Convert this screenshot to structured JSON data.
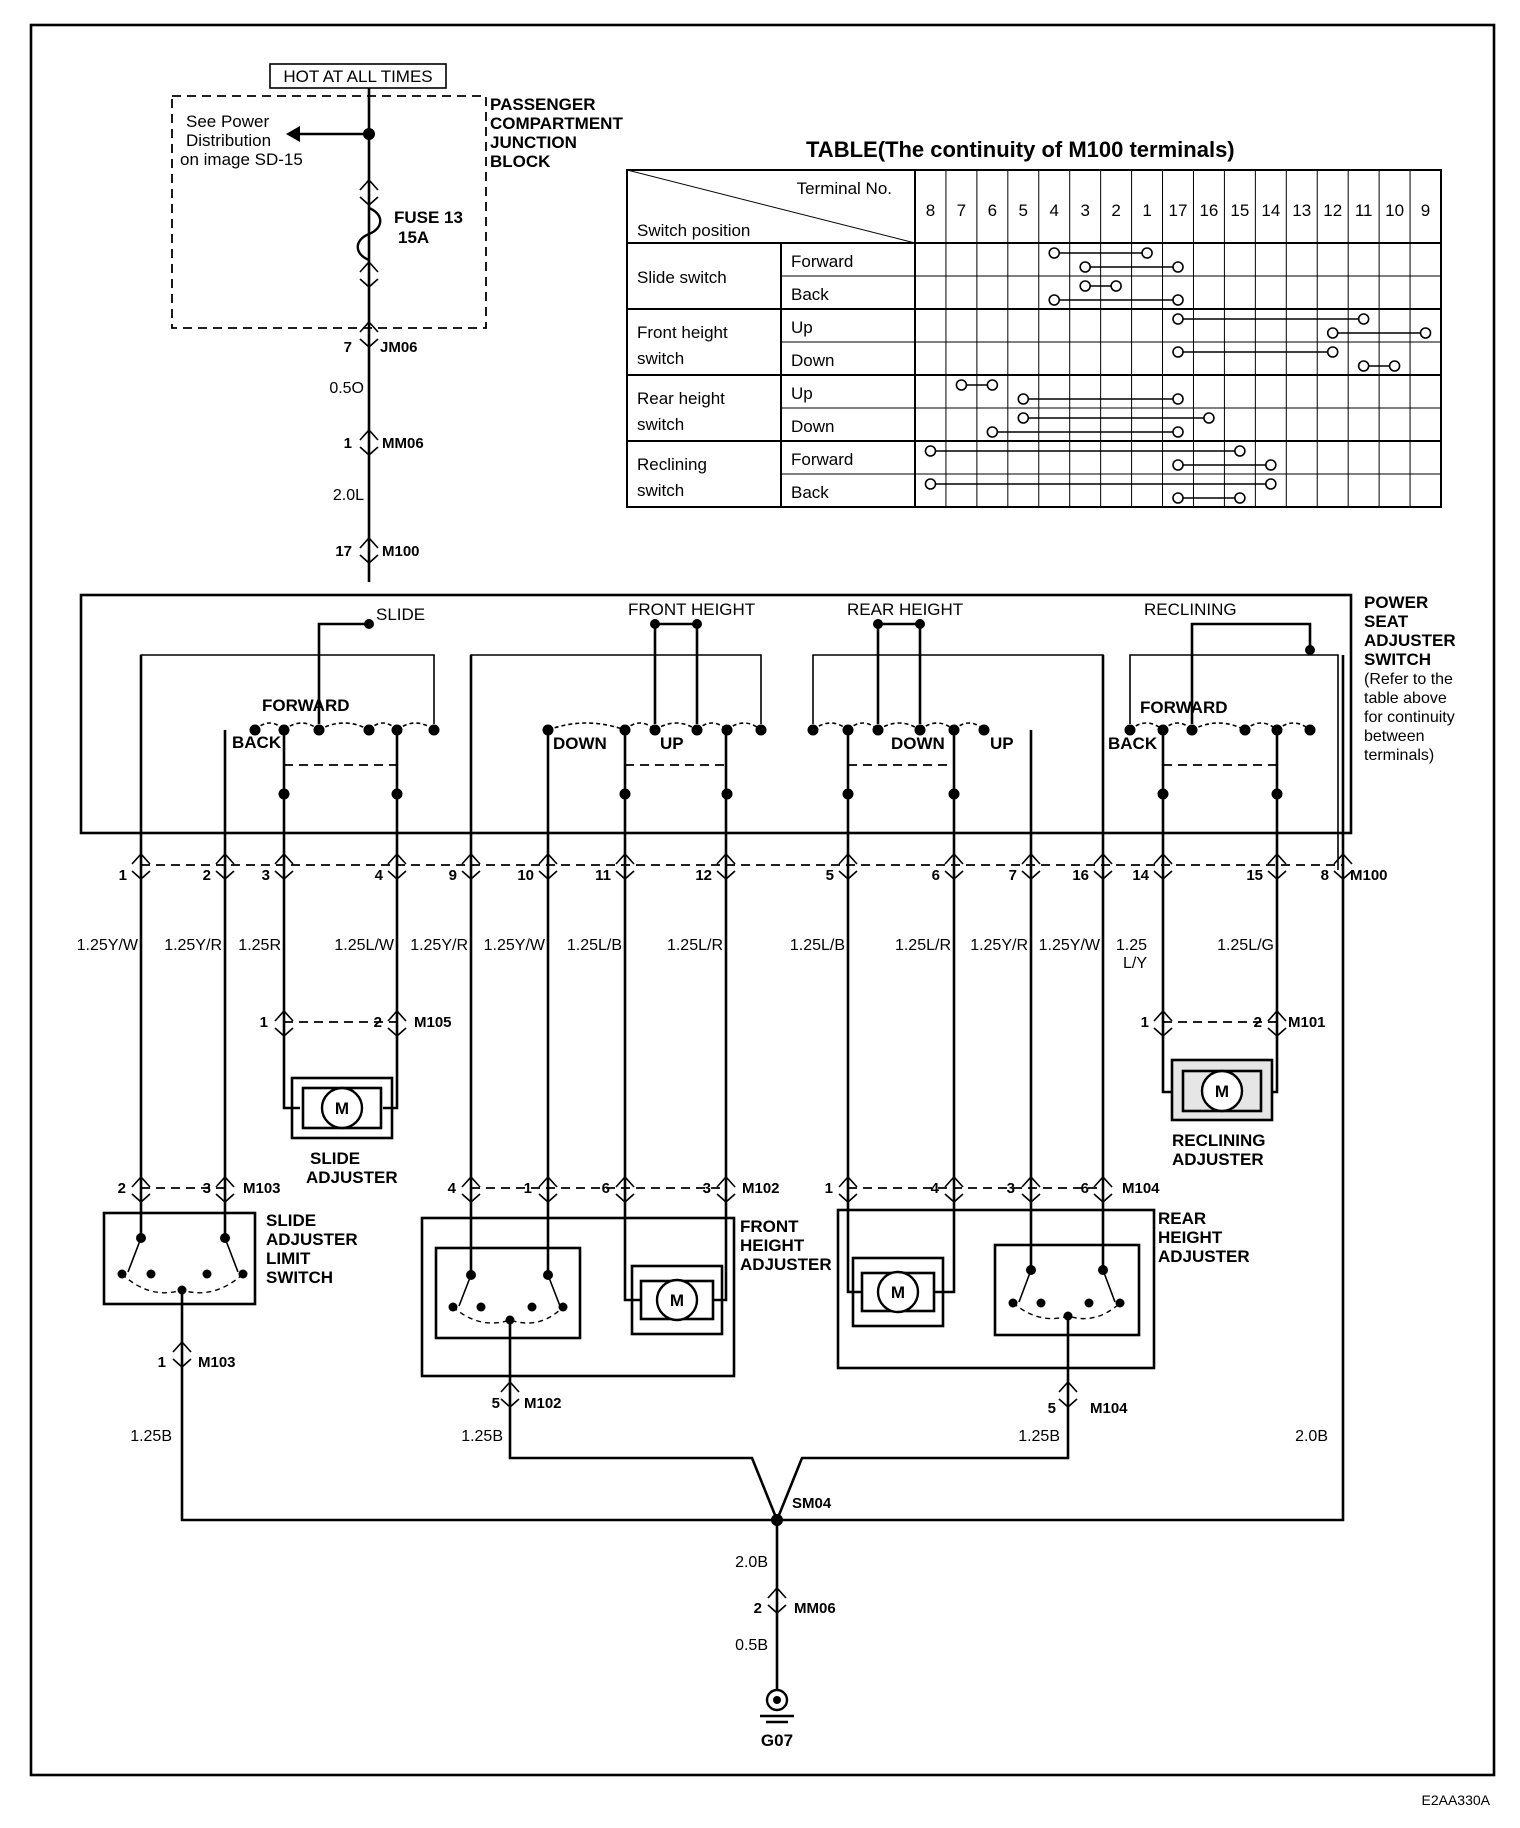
{
  "hot_label": "HOT AT ALL TIMES",
  "junction_block": [
    "PASSENGER",
    "COMPARTMENT",
    "JUNCTION",
    "BLOCK"
  ],
  "see_power": [
    "See Power",
    "Distribution",
    "on image SD-15"
  ],
  "fuse": [
    "FUSE 13",
    "15A"
  ],
  "connectors": {
    "jm06": "JM06",
    "mm06": "MM06",
    "m100": "M100",
    "m105": "M105",
    "m101": "M101",
    "m103": "M103",
    "m102": "M102",
    "m104": "M104",
    "sm04": "SM04",
    "g07": "G07"
  },
  "wire_colors": {
    "top_05o": "0.5O",
    "top_20l": "2.0L",
    "main": [
      "1.25Y/W",
      "1.25Y/R",
      "1.25R",
      "1.25L/W",
      "1.25Y/R",
      "1.25Y/W",
      "1.25L/B",
      "1.25L/R",
      "1.25L/B",
      "1.25L/R",
      "1.25Y/R",
      "1.25Y/W",
      "1.25",
      "L/Y",
      "1.25L/G"
    ],
    "gnd_slide": "1.25B",
    "gnd_front": "1.25B",
    "gnd_rear": "1.25B",
    "gnd_m100": "2.0B",
    "gnd_sm04": "2.0B",
    "gnd_final": "0.5B"
  },
  "pins": {
    "jm06": "7",
    "mm06_top": "1",
    "m100_top": "17",
    "m100_row": [
      "1",
      "2",
      "3",
      "4",
      "9",
      "10",
      "11",
      "12",
      "5",
      "6",
      "7",
      "16",
      "14",
      "15",
      "8"
    ],
    "m105": [
      "1",
      "2"
    ],
    "m101": [
      "1",
      "2"
    ],
    "m103": [
      "2",
      "3"
    ],
    "m103_bottom": "1",
    "m102": [
      "4",
      "1",
      "6",
      "3"
    ],
    "m102_bottom": "5",
    "m104": [
      "1",
      "4",
      "3",
      "6"
    ],
    "m104_bottom": "5",
    "mm06_bottom": "2"
  },
  "switch": {
    "groups": [
      "SLIDE",
      "FRONT  HEIGHT",
      "REAR  HEIGHT",
      "RECLINING"
    ],
    "labels": {
      "forward1": "FORWARD",
      "back1": "BACK",
      "down1": "DOWN",
      "up1": "UP",
      "down2": "DOWN",
      "up2": "UP",
      "forward2": "FORWARD",
      "back2": "BACK"
    },
    "title": [
      "POWER",
      "SEAT",
      "ADJUSTER",
      "SWITCH",
      "(Refer to the",
      "table above",
      "for continuity",
      "between",
      "terminals)"
    ]
  },
  "motor_label": "M",
  "components": {
    "slide_adjuster": [
      "SLIDE",
      "ADJUSTER"
    ],
    "reclining_adjuster": [
      "RECLINING",
      "ADJUSTER"
    ],
    "slide_limit": [
      "SLIDE",
      "ADJUSTER",
      "LIMIT",
      "SWITCH"
    ],
    "front_height": [
      "FRONT",
      "HEIGHT",
      "ADJUSTER"
    ],
    "rear_height": [
      "REAR",
      "HEIGHT",
      "ADJUSTER"
    ]
  },
  "table": {
    "title": "TABLE(The continuity of M100 terminals)",
    "terminal_no": "Terminal No.",
    "switch_position": "Switch position",
    "terminals": [
      "8",
      "7",
      "6",
      "5",
      "4",
      "3",
      "2",
      "1",
      "17",
      "16",
      "15",
      "14",
      "13",
      "12",
      "11",
      "10",
      "9"
    ],
    "groups": [
      [
        "Slide switch"
      ],
      [
        "Front height",
        "switch"
      ],
      [
        "Rear height",
        "switch"
      ],
      [
        "Reclining",
        "switch"
      ]
    ],
    "positions": [
      "Forward",
      "Back",
      "Up",
      "Down",
      "Up",
      "Down",
      "Forward",
      "Back"
    ],
    "rows": [
      [
        [
          "4",
          "1"
        ],
        [
          "3",
          "17"
        ]
      ],
      [
        [
          "3",
          "2"
        ],
        [
          "4",
          "17"
        ]
      ],
      [
        [
          "17",
          "11"
        ],
        [
          "12",
          "9"
        ]
      ],
      [
        [
          "17",
          "12"
        ],
        [
          "11",
          "10"
        ]
      ],
      [
        [
          "7",
          "6"
        ],
        [
          "5",
          "17"
        ]
      ],
      [
        [
          "5",
          "16"
        ],
        [
          "6",
          "17"
        ]
      ],
      [
        [
          "8",
          "15"
        ],
        [
          "17",
          "14"
        ]
      ],
      [
        [
          "8",
          "14"
        ],
        [
          "17",
          "15"
        ]
      ]
    ]
  },
  "ref": "E2AA330A"
}
